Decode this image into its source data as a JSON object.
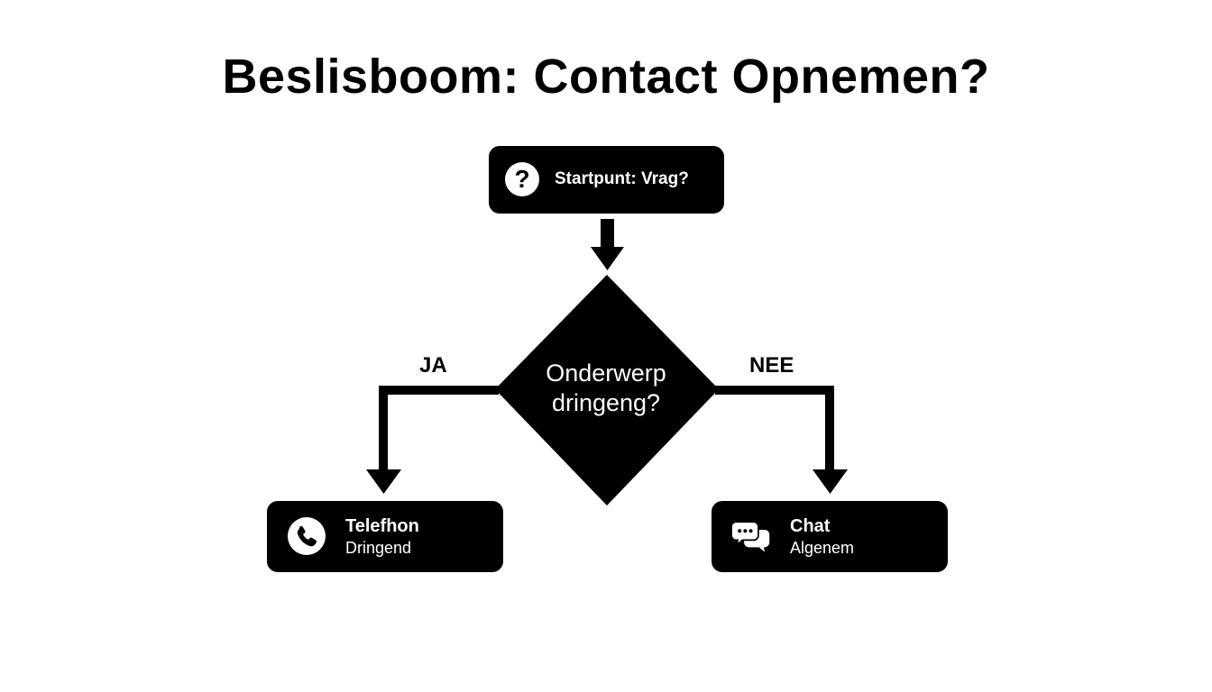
{
  "title": "Beslisboom: Contact Opnemen?",
  "start": {
    "icon": "question-circle-icon",
    "glyph": "?",
    "label": "Startpunt: Vrag?"
  },
  "decision": {
    "line1": "Onderwerp",
    "line2": "dringeng?"
  },
  "branches": {
    "yes_label": "JA",
    "no_label": "NEE"
  },
  "outcomes": {
    "left": {
      "icon": "phone-icon",
      "title": "Telefhon",
      "subtitle": "Dringend"
    },
    "right": {
      "icon": "chat-bubbles-icon",
      "title": "Chat",
      "subtitle": "Algenem"
    }
  },
  "colors": {
    "background": "#ffffff",
    "shape_fill": "#000000",
    "shape_text": "#ffffff"
  }
}
